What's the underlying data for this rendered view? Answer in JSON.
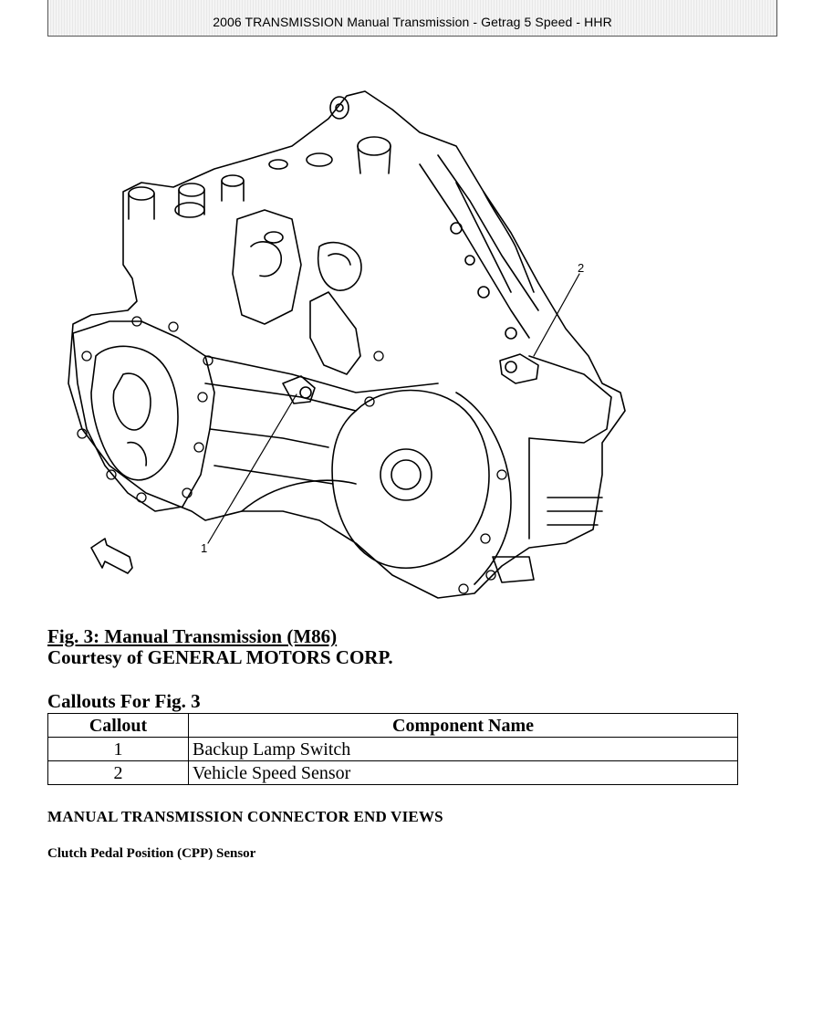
{
  "header": {
    "title": "2006 TRANSMISSION Manual Transmission - Getrag 5 Speed - HHR"
  },
  "figure": {
    "callout_labels": [
      "1",
      "2"
    ]
  },
  "caption": {
    "title": "Fig. 3: Manual Transmission (M86)",
    "courtesy": "Courtesy of GENERAL MOTORS CORP."
  },
  "callouts": {
    "heading": "Callouts For Fig. 3",
    "columns": [
      "Callout",
      "Component Name"
    ],
    "rows": [
      {
        "callout": "1",
        "name": "Backup Lamp Switch"
      },
      {
        "callout": "2",
        "name": "Vehicle Speed Sensor"
      }
    ]
  },
  "sections": {
    "connector_heading": "MANUAL TRANSMISSION CONNECTOR END VIEWS",
    "cpp_heading": "Clutch Pedal Position (CPP) Sensor"
  }
}
